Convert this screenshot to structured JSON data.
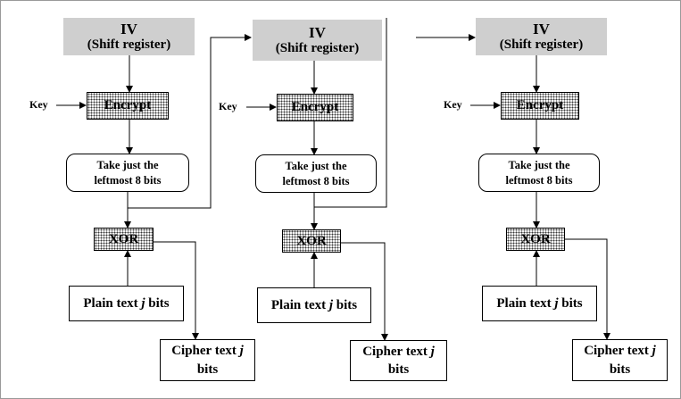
{
  "stages": [
    {
      "iv_title": "IV",
      "iv_sub": "(Shift register)",
      "key": "Key",
      "encrypt": "Encrypt",
      "take_line1": "Take just the",
      "take_line2": "leftmost 8 bits",
      "xor": "XOR",
      "plain_prefix": "Plain text ",
      "plain_var": "j",
      "plain_suffix": " bits",
      "cipher_prefix": "Cipher text ",
      "cipher_var": "j",
      "cipher_line2": "bits"
    },
    {
      "iv_title": "IV",
      "iv_sub": "(Shift register)",
      "key": "Key",
      "encrypt": "Encrypt",
      "take_line1": "Take just the",
      "take_line2": "leftmost 8 bits",
      "xor": "XOR",
      "plain_prefix": "Plain text ",
      "plain_var": "j",
      "plain_suffix": " bits",
      "cipher_prefix": "Cipher text ",
      "cipher_var": "j",
      "cipher_line2": "bits"
    },
    {
      "iv_title": "IV",
      "iv_sub": "(Shift register)",
      "key": "Key",
      "encrypt": "Encrypt",
      "take_line1": "Take just the",
      "take_line2": "leftmost 8 bits",
      "xor": "XOR",
      "plain_prefix": "Plain text ",
      "plain_var": "j",
      "plain_suffix": " bits",
      "cipher_prefix": "Cipher text ",
      "cipher_var": "j",
      "cipher_line2": "bits"
    }
  ],
  "colors": {
    "iv_fill": "#cfcfcf",
    "line": "#000000",
    "frame": "#9a9a9a"
  }
}
